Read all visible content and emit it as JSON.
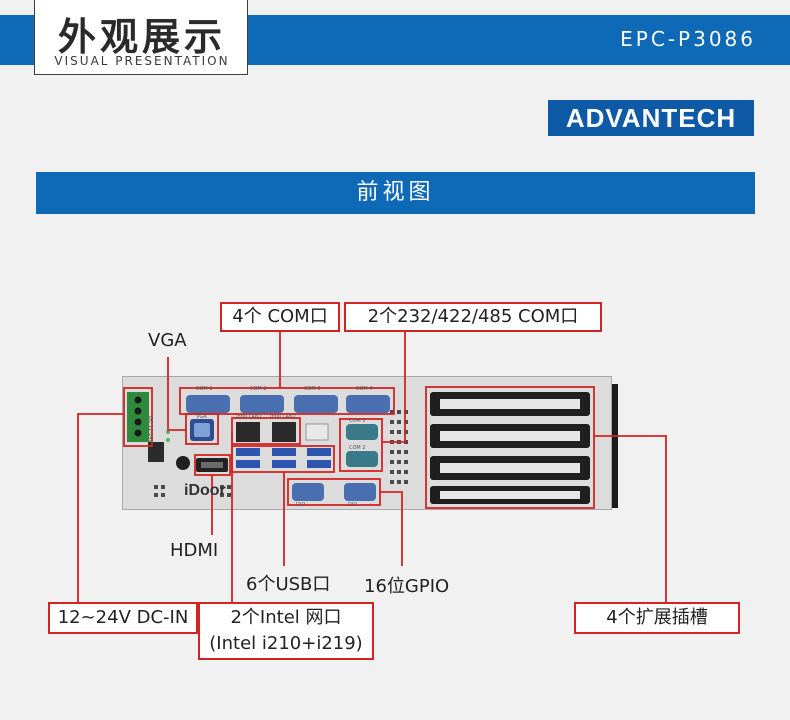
{
  "header": {
    "title_cn": "外观展示",
    "title_en": "VISUAL PRESENTATION",
    "model": "EPC-P3086",
    "logo": "ADVANTECH"
  },
  "section": {
    "title": "前视图"
  },
  "callouts": {
    "com4": "4个 COM口",
    "com2": "2个232/422/485 COM口",
    "vga": "VGA",
    "hdmi": "HDMI",
    "usb": "6个USB口",
    "gpio": "16位GPIO",
    "dcin": "12~24V DC-IN",
    "lan_line1": "2个Intel 网口",
    "lan_line2": "(Intel i210+i219)",
    "slots": "4个扩展插槽"
  },
  "panel_text": {
    "com_top": [
      "COM 1",
      "COM 2",
      "COM 3",
      "COM 4"
    ],
    "com_right": [
      "COM 1",
      "COM 2"
    ],
    "vga": "VGA",
    "lan": [
      "Intel LAN1",
      "Intel LAN2"
    ],
    "dc": "DC 12-24V",
    "dio": [
      "DIO",
      "DIO"
    ],
    "idoor": "iDoor"
  },
  "colors": {
    "accent_blue": "#0e6ab7",
    "callout_red": "#d32424"
  }
}
